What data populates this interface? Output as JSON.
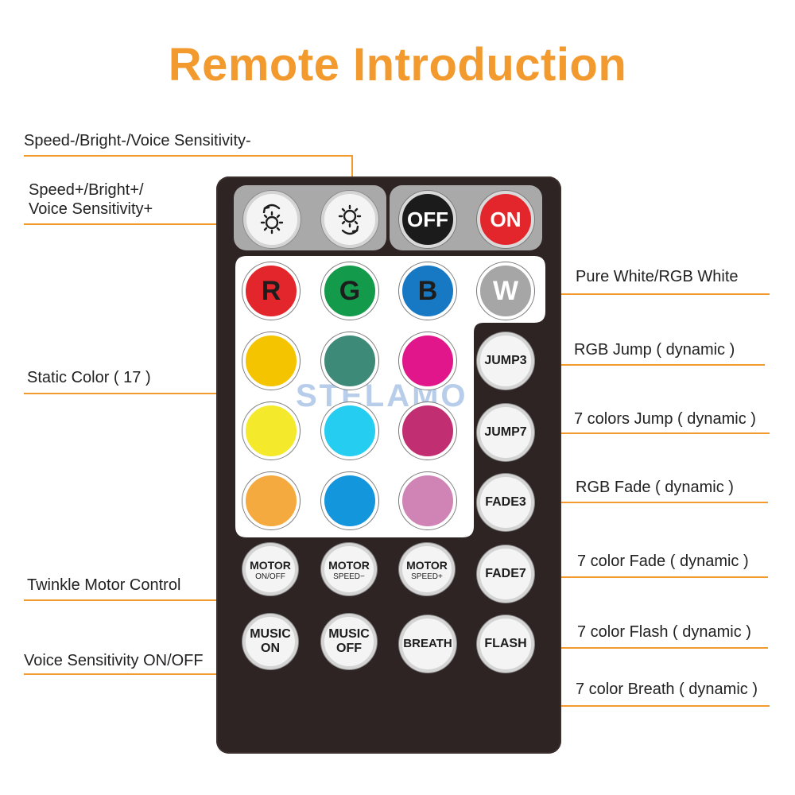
{
  "title": "Remote Introduction",
  "watermark": "STELAMO",
  "labels": {
    "speed_minus": "Speed-/Bright-/Voice Sensitivity-",
    "speed_plus_1": "Speed+/Bright+/",
    "speed_plus_2": "Voice Sensitivity+",
    "static_color": "Static Color ( 17 )",
    "twinkle_motor": "Twinkle Motor Control",
    "voice_sensitivity": "Voice Sensitivity ON/OFF",
    "pure_white": "Pure White/RGB White",
    "rgb_jump": "RGB Jump ( dynamic )",
    "seven_jump": "7 colors Jump ( dynamic )",
    "rgb_fade": "RGB Fade ( dynamic )",
    "seven_fade": "7 color Fade ( dynamic )",
    "seven_flash": "7 color Flash ( dynamic )",
    "seven_breath": "7 color Breath ( dynamic )"
  },
  "buttons": {
    "off": "OFF",
    "on": "ON",
    "r": "R",
    "g": "G",
    "b": "B",
    "w": "W",
    "jump3": "JUMP3",
    "jump7": "JUMP7",
    "fade3": "FADE3",
    "fade7": "FADE7",
    "flash": "FLASH",
    "breath": "BREATH",
    "motor": "MOTOR",
    "motor_onoff": "ON/OFF",
    "motor_speed_minus": "SPEED−",
    "motor_speed_plus": "SPEED+",
    "music": "MUSIC",
    "music_on": "ON",
    "music_off": "OFF"
  },
  "colors": {
    "accent_orange": "#f39a2e",
    "remote_body": "#2e2423",
    "red": "#e3262b",
    "green": "#139a4a",
    "blue": "#1778c4",
    "white_btn": "#a6a6a6",
    "static": [
      "#f5c400",
      "#3e8a78",
      "#e0168a",
      "#f4ea2b",
      "#25cdf0",
      "#c12e72",
      "#f4aa3f",
      "#1496dd",
      "#d084b6"
    ]
  },
  "icons": [
    "brightness-down-icon",
    "brightness-up-icon"
  ]
}
